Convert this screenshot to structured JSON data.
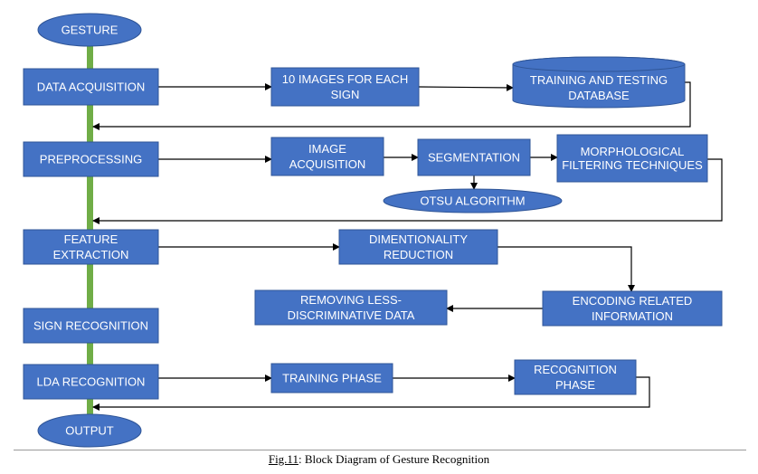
{
  "colors": {
    "node_fill": "#4472c4",
    "node_stroke": "#2f5597",
    "connector_green": "#70ad47",
    "line": "#000000"
  },
  "nodes": [
    {
      "id": "gesture",
      "shape": "ellipse",
      "lines": [
        "GESTURE"
      ]
    },
    {
      "id": "data_acquisition",
      "shape": "rect",
      "lines": [
        "DATA ACQUISITION"
      ]
    },
    {
      "id": "images",
      "shape": "rect",
      "lines": [
        "10 IMAGES  FOR EACH",
        "SIGN"
      ]
    },
    {
      "id": "database",
      "shape": "cylinder",
      "lines": [
        "TRAINING AND TESTING",
        "DATABASE"
      ]
    },
    {
      "id": "preprocessing",
      "shape": "rect",
      "lines": [
        "PREPROCESSING"
      ]
    },
    {
      "id": "image_acq",
      "shape": "rect",
      "lines": [
        "IMAGE",
        "ACQUISITION"
      ]
    },
    {
      "id": "segmentation",
      "shape": "rect",
      "lines": [
        "SEGMENTATION"
      ]
    },
    {
      "id": "morph",
      "shape": "rect",
      "lines": [
        "MORPHOLOGICAL",
        "FILTERING TECHNIQUES"
      ]
    },
    {
      "id": "otsu",
      "shape": "ellipse",
      "lines": [
        "OTSU ALGORITHM"
      ]
    },
    {
      "id": "feature",
      "shape": "rect",
      "lines": [
        "FEATURE",
        "EXTRACTION"
      ]
    },
    {
      "id": "dim",
      "shape": "rect",
      "lines": [
        "DIMENTIONALITY",
        "REDUCTION"
      ]
    },
    {
      "id": "encoding",
      "shape": "rect",
      "lines": [
        "ENCODING RELATED",
        "INFORMATION"
      ]
    },
    {
      "id": "removing",
      "shape": "rect",
      "lines": [
        "REMOVING LESS-",
        "DISCRIMINATIVE DATA"
      ]
    },
    {
      "id": "sign_rec",
      "shape": "rect",
      "lines": [
        "SIGN RECOGNITION"
      ]
    },
    {
      "id": "lda",
      "shape": "rect",
      "lines": [
        "LDA RECOGNITION"
      ]
    },
    {
      "id": "training",
      "shape": "rect",
      "lines": [
        "TRAINING PHASE"
      ]
    },
    {
      "id": "recognition",
      "shape": "rect",
      "lines": [
        "RECOGNITION",
        "PHASE"
      ]
    },
    {
      "id": "output",
      "shape": "ellipse",
      "lines": [
        "OUTPUT"
      ]
    }
  ],
  "caption": {
    "fig_label": "Fig.11",
    "text": ": Block Diagram of Gesture Recognition"
  }
}
